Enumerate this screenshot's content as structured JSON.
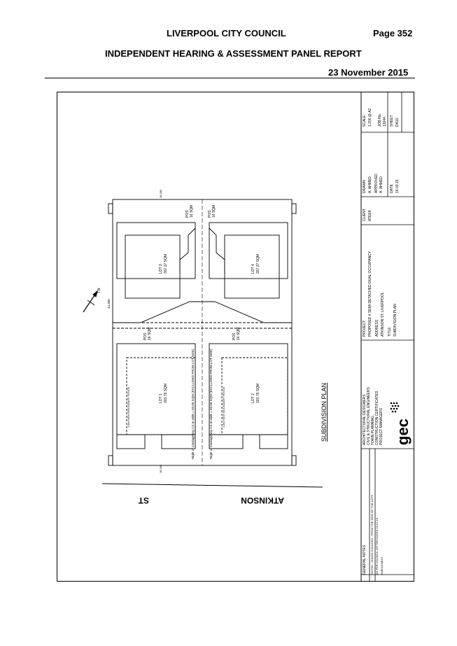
{
  "header": {
    "council": "LIVERPOOL CITY COUNCIL",
    "page": "Page 352",
    "report_title": "INDEPENDENT HEARING & ASSESSMENT PANEL REPORT",
    "date": "23 November 2015"
  },
  "plan": {
    "title": "SUBDIVISION PLAN",
    "street_a": "ATKINSON",
    "street_b": "ST",
    "north": "T.N",
    "lots": [
      {
        "lot": "LOT 1",
        "area": "333.78 SQM"
      },
      {
        "lot": "LOT 2",
        "area": "333.78 SQM"
      },
      {
        "lot": "LOT 3",
        "area": "307.37 SQM"
      },
      {
        "lot": "LOT 4",
        "area": "307.37 SQM"
      }
    ],
    "pos_label": "POS",
    "pos_area": "16 SQM",
    "dims": {
      "front": "18.285",
      "side": "44.305",
      "rear": "18.285"
    },
    "row_notes": [
      "Right of Carriageway 2.5 m wide = 83.06 SQM (EXCLUDED FROM LOT SIZE)",
      "Right of Carriageway 2.5 m wide = 83.06 SQM (EXCLUDED FROM LOT SIZE)"
    ],
    "fence_note": "1.8m HIGH BOUNDARY FENCE"
  },
  "title_block": {
    "scale_label": "SCALE",
    "scale": "1:200 @ A3",
    "drawn_label": "DRAWN",
    "drawn": "A. AHMED",
    "approved_label": "APPROVED",
    "approved": "A. AHMED",
    "job_label": "JOB No.",
    "job": "13044",
    "sheet_label": "SHEET",
    "sheet": "DA10",
    "date_label": "DATE",
    "date": "16.03.15",
    "client_label": "CLIENT",
    "client": "ATEEK",
    "project_label": "PROJECT",
    "project": "PROPOSED 4 SEMI DETACHED DUAL OCCUPANCY",
    "address_label": "ADDRESS",
    "address": "ATKINSON ST, LIVERPOOL",
    "title_label": "TITLE",
    "title": "SUBDIVISION PLAN",
    "company": "gec",
    "company_services": [
      "ARCHITECTURAL DESIGNERS",
      "CIVIL & STRUCTURAL ENGINEERS",
      "TOWN PLANNING",
      "CONSTRUCTION CERTIFICATES",
      "PROJECT MANAGERS"
    ],
    "notes_label": "GENERAL NOTES",
    "revisions": [
      {
        "rev": "B",
        "desc": "NOTED : SHADE CHANGED : FROM THE SIDE OF THE LOTS",
        "date": "16.06.15"
      },
      {
        "rev": "A",
        "desc": "AS PER COUNCIL LETTER DATED 10.07.15",
        "date": "13.07.15"
      }
    ],
    "rev_head": {
      "issue": "ISSUE",
      "amendment": "AMENDMENT",
      "date": "DATE"
    }
  }
}
